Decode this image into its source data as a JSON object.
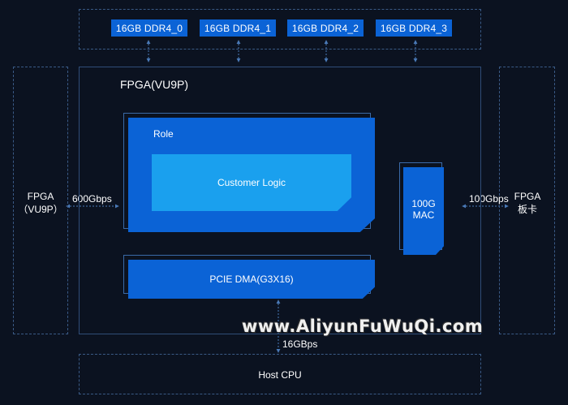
{
  "ddr_modules": [
    "16GB  DDR4_0",
    "16GB  DDR4_1",
    "16GB  DDR4_2",
    "16GB  DDR4_3"
  ],
  "fpga_title": "FPGA(VU9P)",
  "role_label": "Role",
  "customer_logic": "Customer Logic",
  "mac_label_1": "100G",
  "mac_label_2": "MAC",
  "pcie_dma": "PCIE DMA(G3X16)",
  "left_fpga_1": "FPGA",
  "left_fpga_2": "（VU9P）",
  "left_bandwidth": "600Gbps",
  "right_fpga_1": "FPGA",
  "right_fpga_2": "板卡",
  "right_bandwidth": "100Gbps",
  "host_bandwidth": "16GBps",
  "host_cpu": "Host CPU",
  "watermark": "www.AliyunFuWuQi.com",
  "colors": {
    "background": "#0b1220",
    "block_blue": "#0b63d6",
    "logic_blue": "#1aa0ee",
    "dashed_border": "#3a5a86",
    "arrow": "#4a7ab8"
  }
}
